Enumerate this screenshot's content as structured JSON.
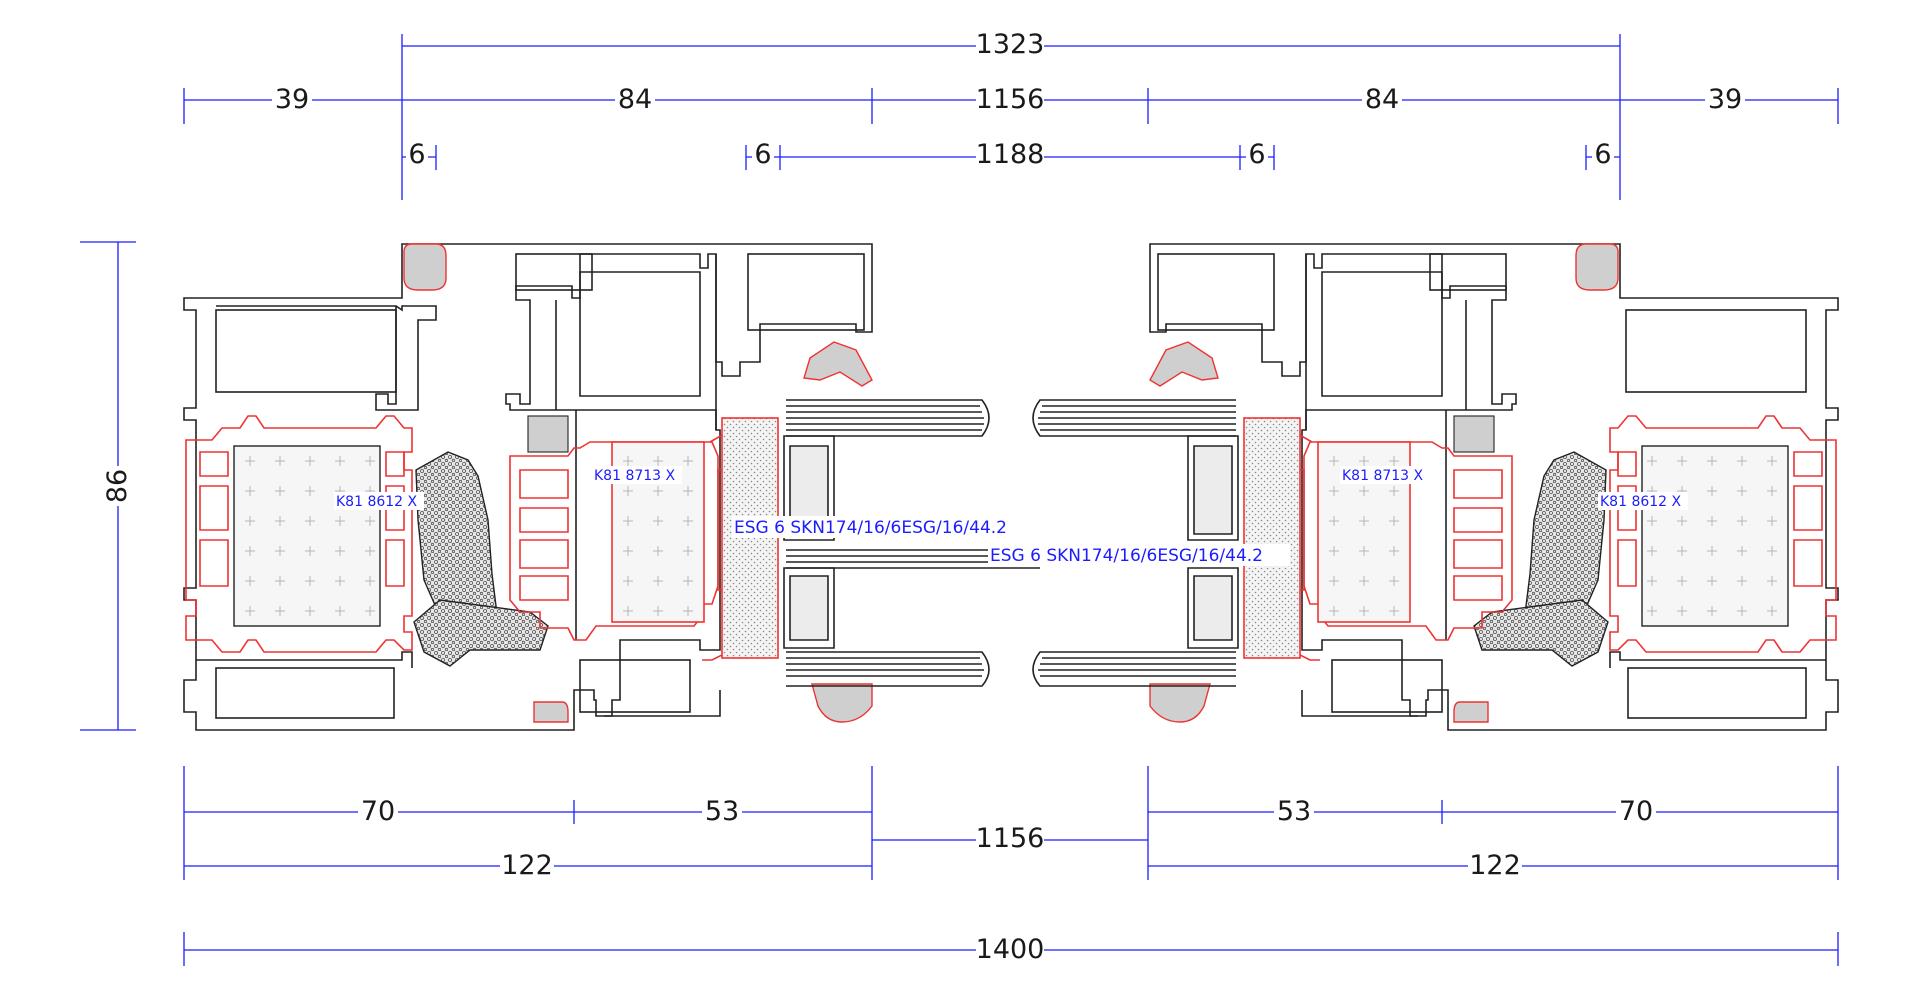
{
  "drawing": {
    "dimensions_top": {
      "overall_sash": "1323",
      "left_frame": "39",
      "left_sash": "84",
      "middle": "1156",
      "right_sash": "84",
      "right_frame": "39",
      "left_overlap_a": "6",
      "left_overlap_b": "6",
      "glass_width": "1188",
      "right_overlap_a": "6",
      "right_overlap_b": "6"
    },
    "dimension_left": "86",
    "dimensions_bottom": {
      "left_frame_depth": "70",
      "left_sash_depth": "53",
      "right_sash_depth": "53",
      "right_frame_depth": "70",
      "middle_gap": "1156",
      "left_total": "122",
      "right_total": "122",
      "overall": "1400"
    },
    "labels": {
      "left_frame_insert": "K81 8612 X",
      "left_sash_insert": "K81 8713 X",
      "right_sash_insert": "K81 8713 X",
      "right_frame_insert": "K81 8612 X",
      "glass_left": "ESG 6 SKN174/16/6ESG/16/44.2",
      "glass_right": "ESG 6 SKN174/16/6ESG/16/44.2"
    },
    "colors": {
      "dimension": "#1c1cff",
      "profile": "#222222",
      "thermal_break": "#e33333",
      "label": "#1c1cff"
    }
  }
}
